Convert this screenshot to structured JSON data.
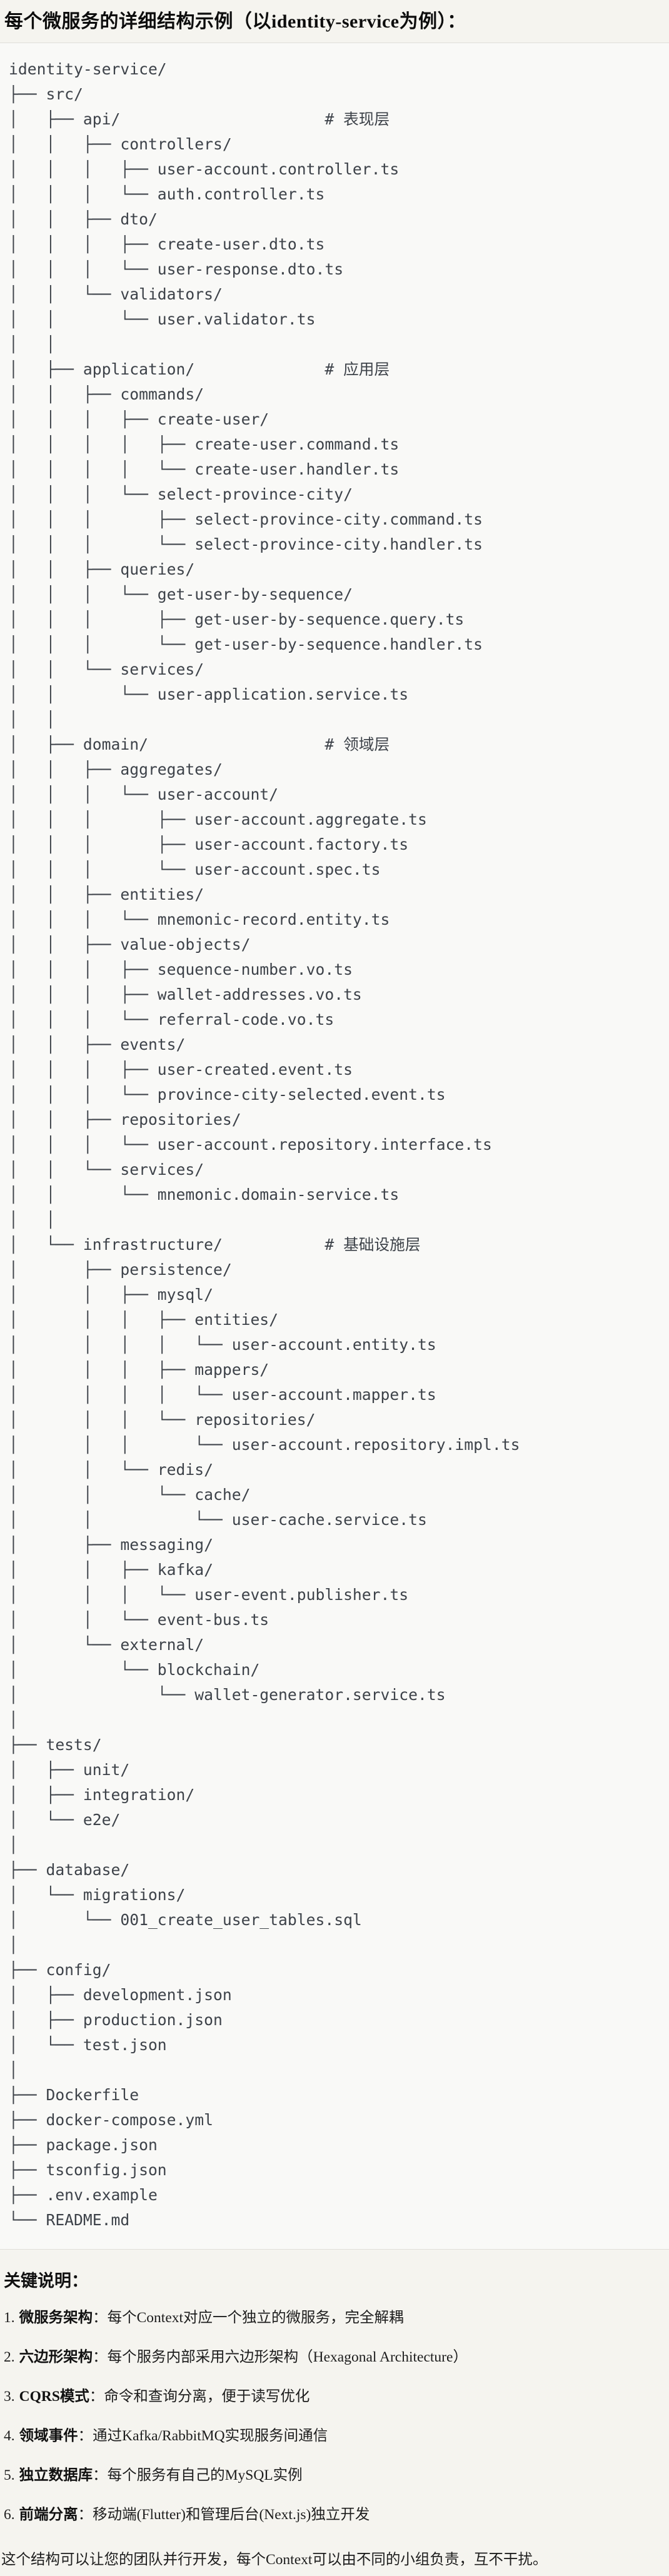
{
  "page": {
    "title": "每个微服务的详细结构示例（以identity-service为例）：",
    "section_heading": "关键说明：",
    "closing": "这个结构可以让您的团队并行开发，每个Context可以由不同的小组负责，互不干扰。"
  },
  "colors": {
    "page_bg": "#f5f4ef",
    "code_bg": "#f9f9f7",
    "code_border": "#e0dfda",
    "tree_text": "#3d4249",
    "body_text": "#1d1d1d"
  },
  "code_block": {
    "root": "identity-service/",
    "layer_comments": [
      "# 表现层",
      "# 应用层",
      "# 领域层",
      "# 基础设施层"
    ],
    "lines": [
      "identity-service/",
      "├── src/",
      "│   ├── api/                      # 表现层",
      "│   │   ├── controllers/",
      "│   │   │   ├── user-account.controller.ts",
      "│   │   │   └── auth.controller.ts",
      "│   │   ├── dto/",
      "│   │   │   ├── create-user.dto.ts",
      "│   │   │   └── user-response.dto.ts",
      "│   │   └── validators/",
      "│   │       └── user.validator.ts",
      "│   │",
      "│   ├── application/              # 应用层",
      "│   │   ├── commands/",
      "│   │   │   ├── create-user/",
      "│   │   │   │   ├── create-user.command.ts",
      "│   │   │   │   └── create-user.handler.ts",
      "│   │   │   └── select-province-city/",
      "│   │   │       ├── select-province-city.command.ts",
      "│   │   │       └── select-province-city.handler.ts",
      "│   │   ├── queries/",
      "│   │   │   └── get-user-by-sequence/",
      "│   │   │       ├── get-user-by-sequence.query.ts",
      "│   │   │       └── get-user-by-sequence.handler.ts",
      "│   │   └── services/",
      "│   │       └── user-application.service.ts",
      "│   │",
      "│   ├── domain/                   # 领域层",
      "│   │   ├── aggregates/",
      "│   │   │   └── user-account/",
      "│   │   │       ├── user-account.aggregate.ts",
      "│   │   │       ├── user-account.factory.ts",
      "│   │   │       └── user-account.spec.ts",
      "│   │   ├── entities/",
      "│   │   │   └── mnemonic-record.entity.ts",
      "│   │   ├── value-objects/",
      "│   │   │   ├── sequence-number.vo.ts",
      "│   │   │   ├── wallet-addresses.vo.ts",
      "│   │   │   └── referral-code.vo.ts",
      "│   │   ├── events/",
      "│   │   │   ├── user-created.event.ts",
      "│   │   │   └── province-city-selected.event.ts",
      "│   │   ├── repositories/",
      "│   │   │   └── user-account.repository.interface.ts",
      "│   │   └── services/",
      "│   │       └── mnemonic.domain-service.ts",
      "│   │",
      "│   └── infrastructure/           # 基础设施层",
      "│       ├── persistence/",
      "│       │   ├── mysql/",
      "│       │   │   ├── entities/",
      "│       │   │   │   └── user-account.entity.ts",
      "│       │   │   ├── mappers/",
      "│       │   │   │   └── user-account.mapper.ts",
      "│       │   │   └── repositories/",
      "│       │   │       └── user-account.repository.impl.ts",
      "│       │   └── redis/",
      "│       │       └── cache/",
      "│       │           └── user-cache.service.ts",
      "│       ├── messaging/",
      "│       │   ├── kafka/",
      "│       │   │   └── user-event.publisher.ts",
      "│       │   └── event-bus.ts",
      "│       └── external/",
      "│           └── blockchain/",
      "│               └── wallet-generator.service.ts",
      "│",
      "├── tests/",
      "│   ├── unit/",
      "│   ├── integration/",
      "│   └── e2e/",
      "│",
      "├── database/",
      "│   └── migrations/",
      "│       └── 001_create_user_tables.sql",
      "│",
      "├── config/",
      "│   ├── development.json",
      "│   ├── production.json",
      "│   └── test.json",
      "│",
      "├── Dockerfile",
      "├── docker-compose.yml",
      "├── package.json",
      "├── tsconfig.json",
      "├── .env.example",
      "└── README.md"
    ]
  },
  "key_points": [
    {
      "num": "1.",
      "term": "微服务架构",
      "colon": "：",
      "desc": "每个Context对应一个独立的微服务，完全解耦"
    },
    {
      "num": "2.",
      "term": "六边形架构",
      "colon": "：",
      "desc": "每个服务内部采用六边形架构（Hexagonal Architecture）"
    },
    {
      "num": "3.",
      "term": "CQRS模式",
      "colon": "：",
      "desc": "命令和查询分离，便于读写优化"
    },
    {
      "num": "4.",
      "term": "领域事件",
      "colon": "：",
      "desc": "通过Kafka/RabbitMQ实现服务间通信"
    },
    {
      "num": "5.",
      "term": "独立数据库",
      "colon": "：",
      "desc": "每个服务有自己的MySQL实例"
    },
    {
      "num": "6.",
      "term": "前端分离",
      "colon": "：",
      "desc": "移动端(Flutter)和管理后台(Next.js)独立开发"
    }
  ]
}
